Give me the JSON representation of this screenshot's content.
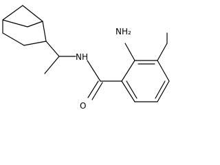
{
  "structure": {
    "atom_labels": {
      "amine": "NH₂",
      "amide_nitrogen": "NH",
      "carbonyl_oxygen": "O"
    },
    "colors": {
      "bond": "#000000",
      "label": "#000000",
      "background": "#ffffff"
    }
  }
}
